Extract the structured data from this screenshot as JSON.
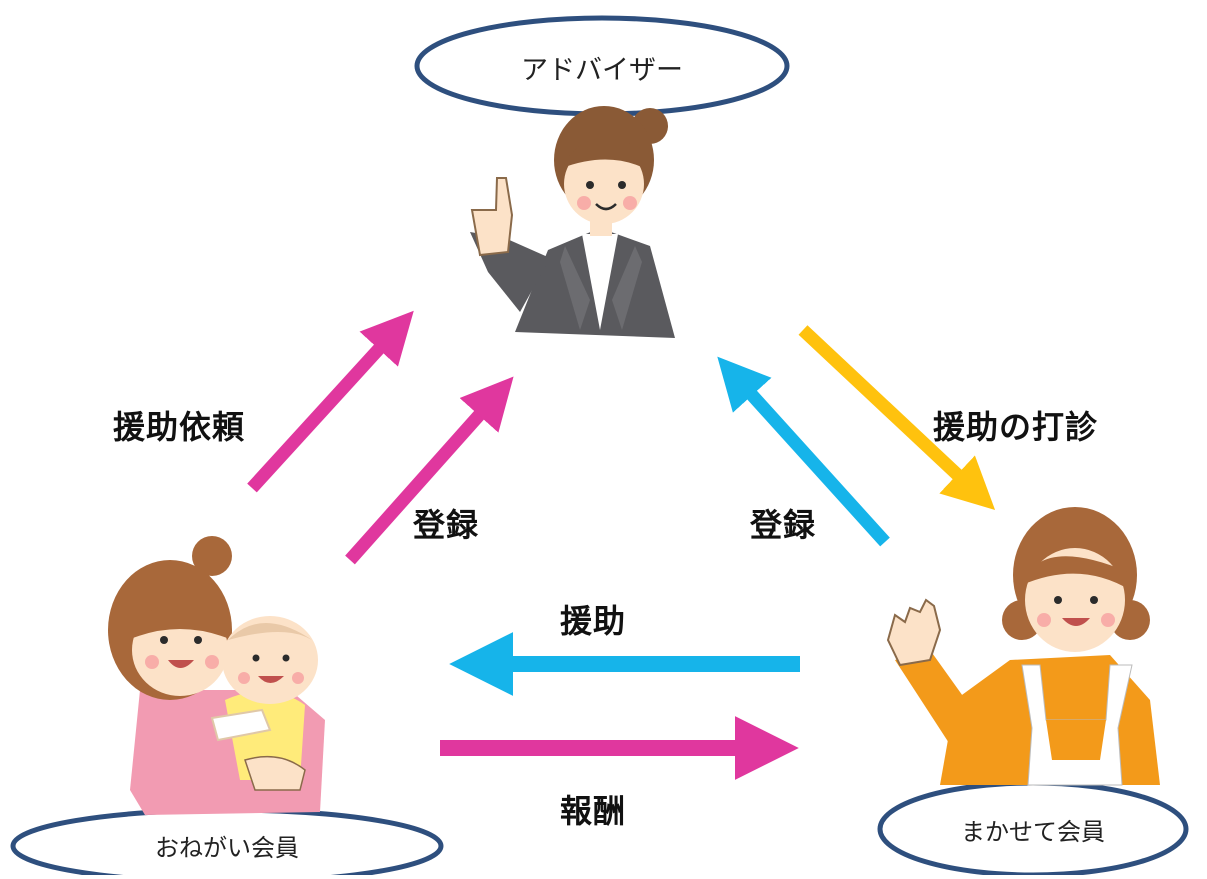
{
  "nodes": {
    "advisor": "アドバイザー",
    "requester": "おねがい会員",
    "helper": "まかせて会員"
  },
  "flows": {
    "request_help": "援助依頼",
    "register_left": "登録",
    "register_right": "登録",
    "offer_help": "援助の打診",
    "help": "援助",
    "reward": "報酬"
  },
  "colors": {
    "magenta": "#E0379E",
    "cyan": "#16B4EA",
    "amber": "#FFC20E",
    "ellipse_border": "#2E4F7E"
  }
}
